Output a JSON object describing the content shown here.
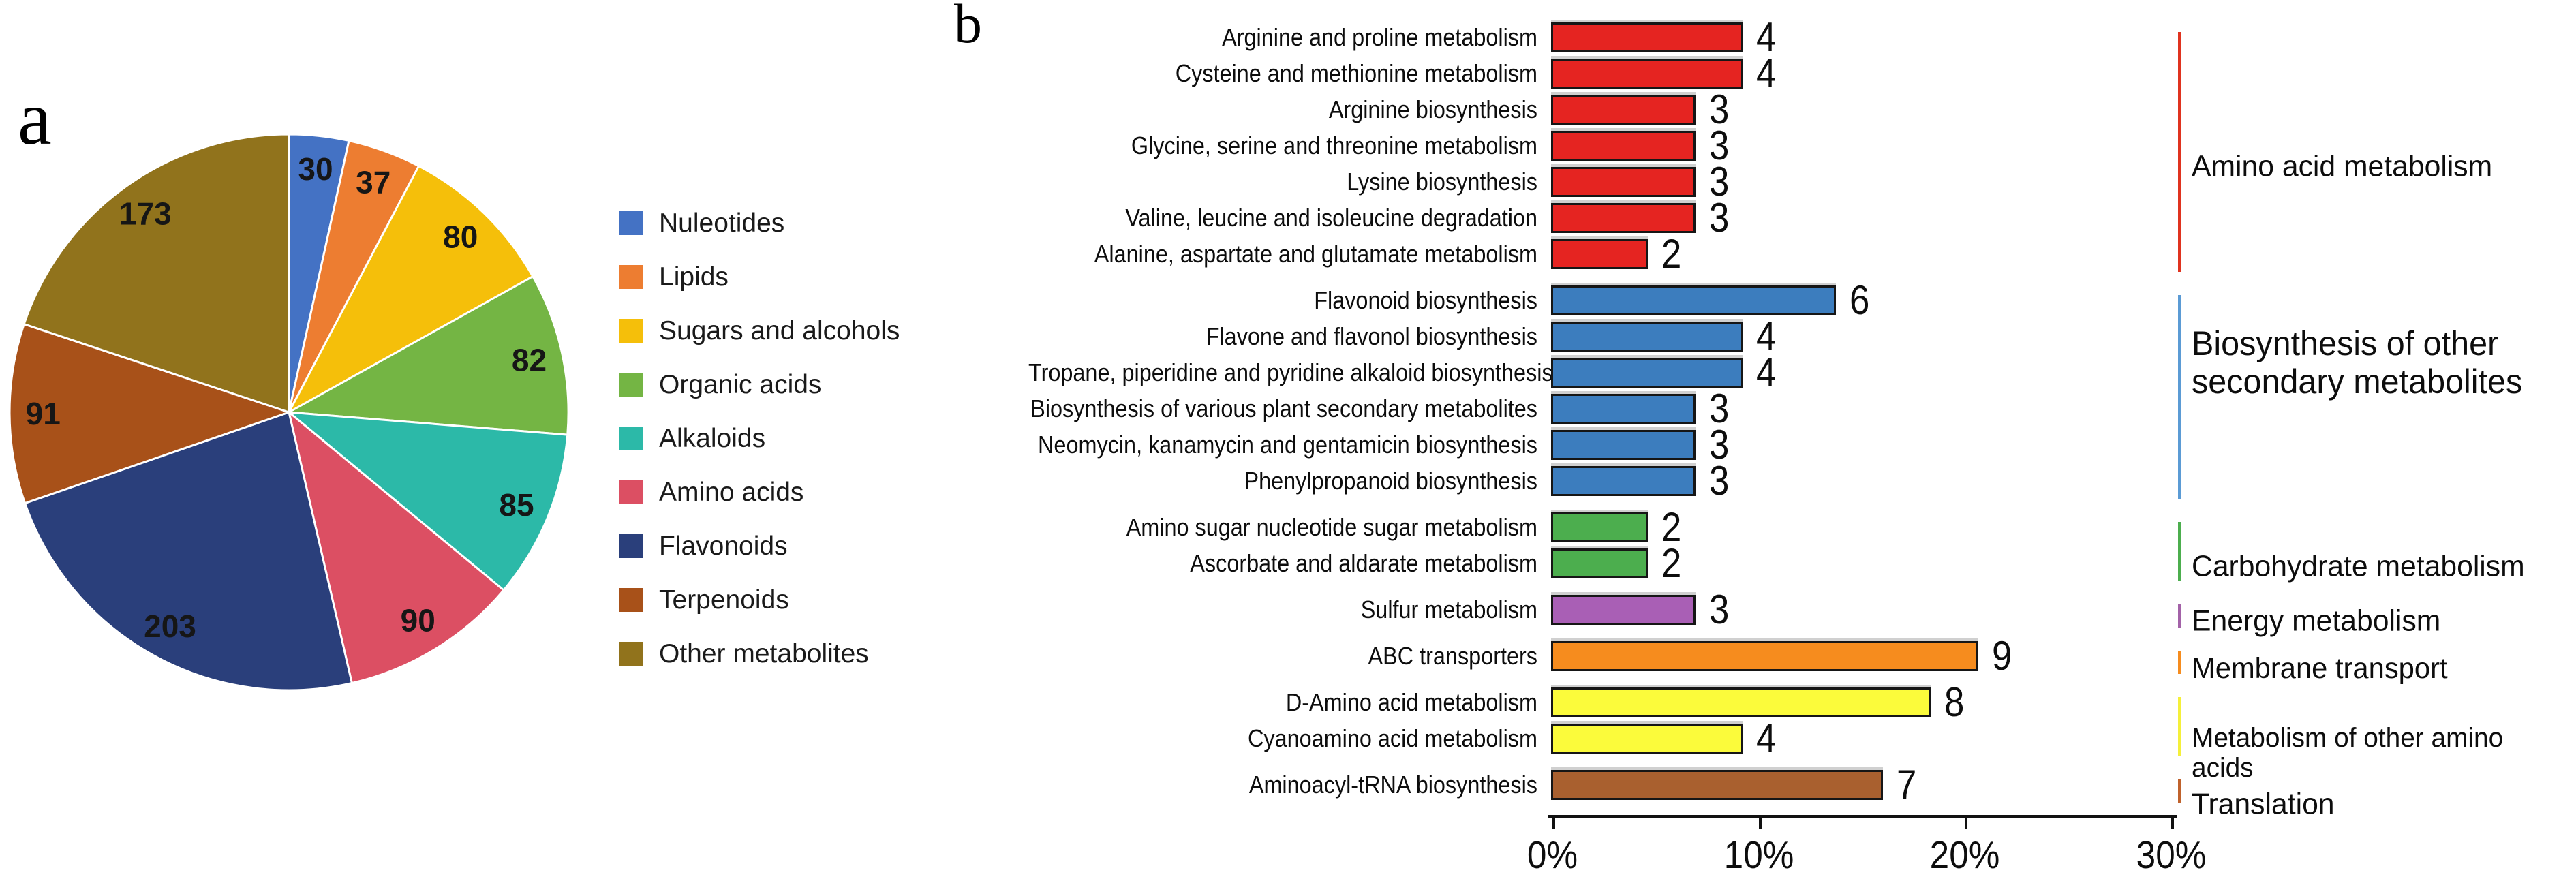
{
  "figure": {
    "panel_a_label": "a",
    "panel_b_label": "b"
  },
  "chart_data": [
    {
      "type": "pie",
      "panel": "a",
      "direction": "clockwise",
      "start_angle_deg": 0,
      "legend_position": "right",
      "slices": [
        {
          "label": "Nuleotides",
          "value": 30,
          "color": "#4472C4"
        },
        {
          "label": "Lipids",
          "value": 37,
          "color": "#ED7D31"
        },
        {
          "label": "Sugars and alcohols",
          "value": 80,
          "color": "#F5BF0A"
        },
        {
          "label": "Organic acids",
          "value": 82,
          "color": "#74B544"
        },
        {
          "label": "Alkaloids",
          "value": 85,
          "color": "#2CB9A8"
        },
        {
          "label": "Amino acids",
          "value": 90,
          "color": "#DC4F63"
        },
        {
          "label": "Flavonoids",
          "value": 203,
          "color": "#2A3F7B"
        },
        {
          "label": "Terpenoids",
          "value": 91,
          "color": "#A85119"
        },
        {
          "label": "Other metabolites",
          "value": 173,
          "color": "#91731C"
        }
      ]
    },
    {
      "type": "bar",
      "panel": "b",
      "orientation": "horizontal",
      "x_axis": {
        "tick_labels": [
          "0%",
          "10%",
          "20%",
          "30%"
        ],
        "min_percent": 0,
        "max_percent": 30
      },
      "groups": [
        {
          "category": "Amino acid metabolism",
          "bar_color": "#E52421",
          "line_color": "#E0331F",
          "items": [
            {
              "label": "Arginine and proline metabolism",
              "value": 4,
              "percent": 9.1
            },
            {
              "label": "Cysteine and methionine metabolism",
              "value": 4,
              "percent": 9.1
            },
            {
              "label": "Arginine biosynthesis",
              "value": 3,
              "percent": 6.8
            },
            {
              "label": "Glycine, serine and threonine metabolism",
              "value": 3,
              "percent": 6.8
            },
            {
              "label": "Lysine biosynthesis",
              "value": 3,
              "percent": 6.8
            },
            {
              "label": "Valine, leucine and isoleucine degradation",
              "value": 3,
              "percent": 6.8
            },
            {
              "label": "Alanine, aspartate and glutamate metabolism",
              "value": 2,
              "percent": 4.5
            }
          ]
        },
        {
          "category": "Biosynthesis of  other secondary metabolites",
          "bar_color": "#3C7DBE",
          "line_color": "#5B9BD5",
          "items": [
            {
              "label": "Flavonoid biosynthesis",
              "value": 6,
              "percent": 13.6
            },
            {
              "label": "Flavone and flavonol biosynthesis",
              "value": 4,
              "percent": 9.1
            },
            {
              "label": "Tropane, piperidine and pyridine alkaloid biosynthesis",
              "value": 4,
              "percent": 9.1
            },
            {
              "label": "Biosynthesis of various plant secondary metabolites",
              "value": 3,
              "percent": 6.8
            },
            {
              "label": "Neomycin, kanamycin and gentamicin biosynthesis",
              "value": 3,
              "percent": 6.8
            },
            {
              "label": "Phenylpropanoid biosynthesis",
              "value": 3,
              "percent": 6.8
            }
          ]
        },
        {
          "category": "Carbohydrate metabolism",
          "bar_color": "#4CAE4E",
          "line_color": "#4CAE4E",
          "items": [
            {
              "label": "Amino sugar nucleotide sugar metabolism",
              "value": 2,
              "percent": 4.5
            },
            {
              "label": "Ascorbate and aldarate metabolism",
              "value": 2,
              "percent": 4.5
            }
          ]
        },
        {
          "category": "Energy metabolism",
          "bar_color": "#A95FB5",
          "line_color": "#A362A8",
          "items": [
            {
              "label": "Sulfur metabolism",
              "value": 3,
              "percent": 6.8
            }
          ]
        },
        {
          "category": "Membrane transport",
          "bar_color": "#F68C1E",
          "line_color": "#F68C1E",
          "items": [
            {
              "label": "ABC transporters",
              "value": 9,
              "percent": 20.5
            }
          ]
        },
        {
          "category": "Metabolism of other amino acids",
          "bar_color": "#FBFB3B",
          "line_color": "#F5F03A",
          "items": [
            {
              "label": "D-Amino acid metabolism",
              "value": 8,
              "percent": 18.2
            },
            {
              "label": "Cyanoamino acid metabolism",
              "value": 4,
              "percent": 9.1
            }
          ]
        },
        {
          "category": "Translation",
          "bar_color": "#A9602F",
          "line_color": "#C0622C",
          "items": [
            {
              "label": "Aminoacyl-tRNA biosynthesis",
              "value": 7,
              "percent": 15.9
            }
          ]
        }
      ]
    }
  ]
}
